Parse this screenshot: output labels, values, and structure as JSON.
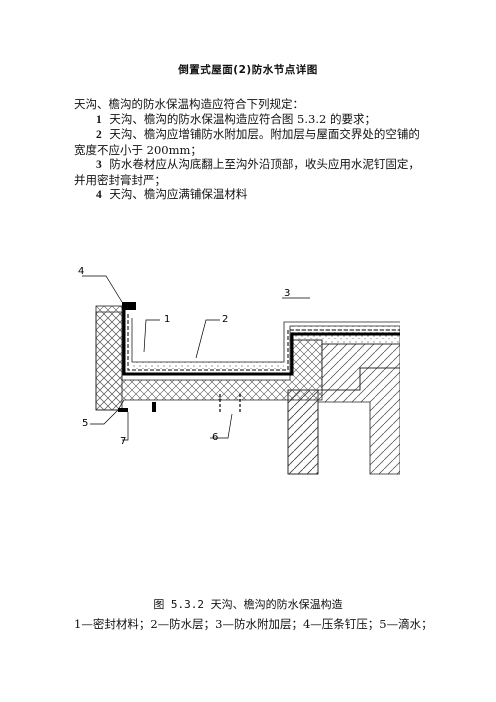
{
  "page": {
    "title": "倒置式屋面(2)防水节点详图",
    "intro": "天沟、檐沟的防水保温构造应符合下列规定：",
    "items": [
      {
        "num": "1",
        "text": "天沟、檐沟的防水保温构造应符合图 5.3.2 的要求；"
      },
      {
        "num": "2",
        "text": "天沟、檐沟应增铺防水附加层。附加层与屋面交界处的空铺的宽度不应小于 200mm；"
      },
      {
        "num": "3",
        "text": "防水卷材应从沟底翻上至沟外沿顶部，收头应用水泥钉固定，并用密封膏封严；"
      },
      {
        "num": "4",
        "text": "天沟、檐沟应满铺保温材料"
      }
    ]
  },
  "figure": {
    "labels": [
      "1",
      "2",
      "3",
      "4",
      "5",
      "6",
      "7"
    ],
    "caption": "图 5.3.2 天沟、檐沟的防水保温构造",
    "legend": "1—密封材料；2—防水层；3—防水附加层；4—压条钉压；5—滴水；"
  }
}
